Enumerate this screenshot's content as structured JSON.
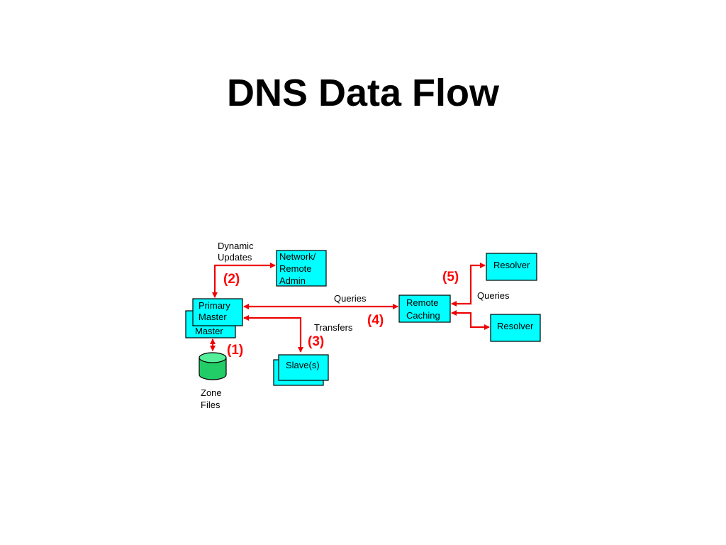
{
  "title": "DNS Data Flow",
  "colors": {
    "box_fill": "#00ffff",
    "arrow": "#ee0000",
    "step_label": "#ff0000",
    "db": "#22cc66"
  },
  "nodes": {
    "primary_master": [
      "Primary",
      "Master"
    ],
    "master_back": "Master",
    "network_admin": [
      "Network/",
      "Remote",
      "Admin"
    ],
    "slaves": "Slave(s)",
    "remote_caching": [
      "Remote",
      "Caching"
    ],
    "resolver_top": "Resolver",
    "resolver_bottom": "Resolver",
    "zone_files": [
      "Zone",
      "Files"
    ]
  },
  "edge_labels": {
    "dynamic_updates": [
      "Dynamic",
      "Updates"
    ],
    "queries_main": "Queries",
    "transfers": "Transfers",
    "queries_resolvers": "Queries"
  },
  "steps": [
    "(1)",
    "(2)",
    "(3)",
    "(4)",
    "(5)"
  ]
}
